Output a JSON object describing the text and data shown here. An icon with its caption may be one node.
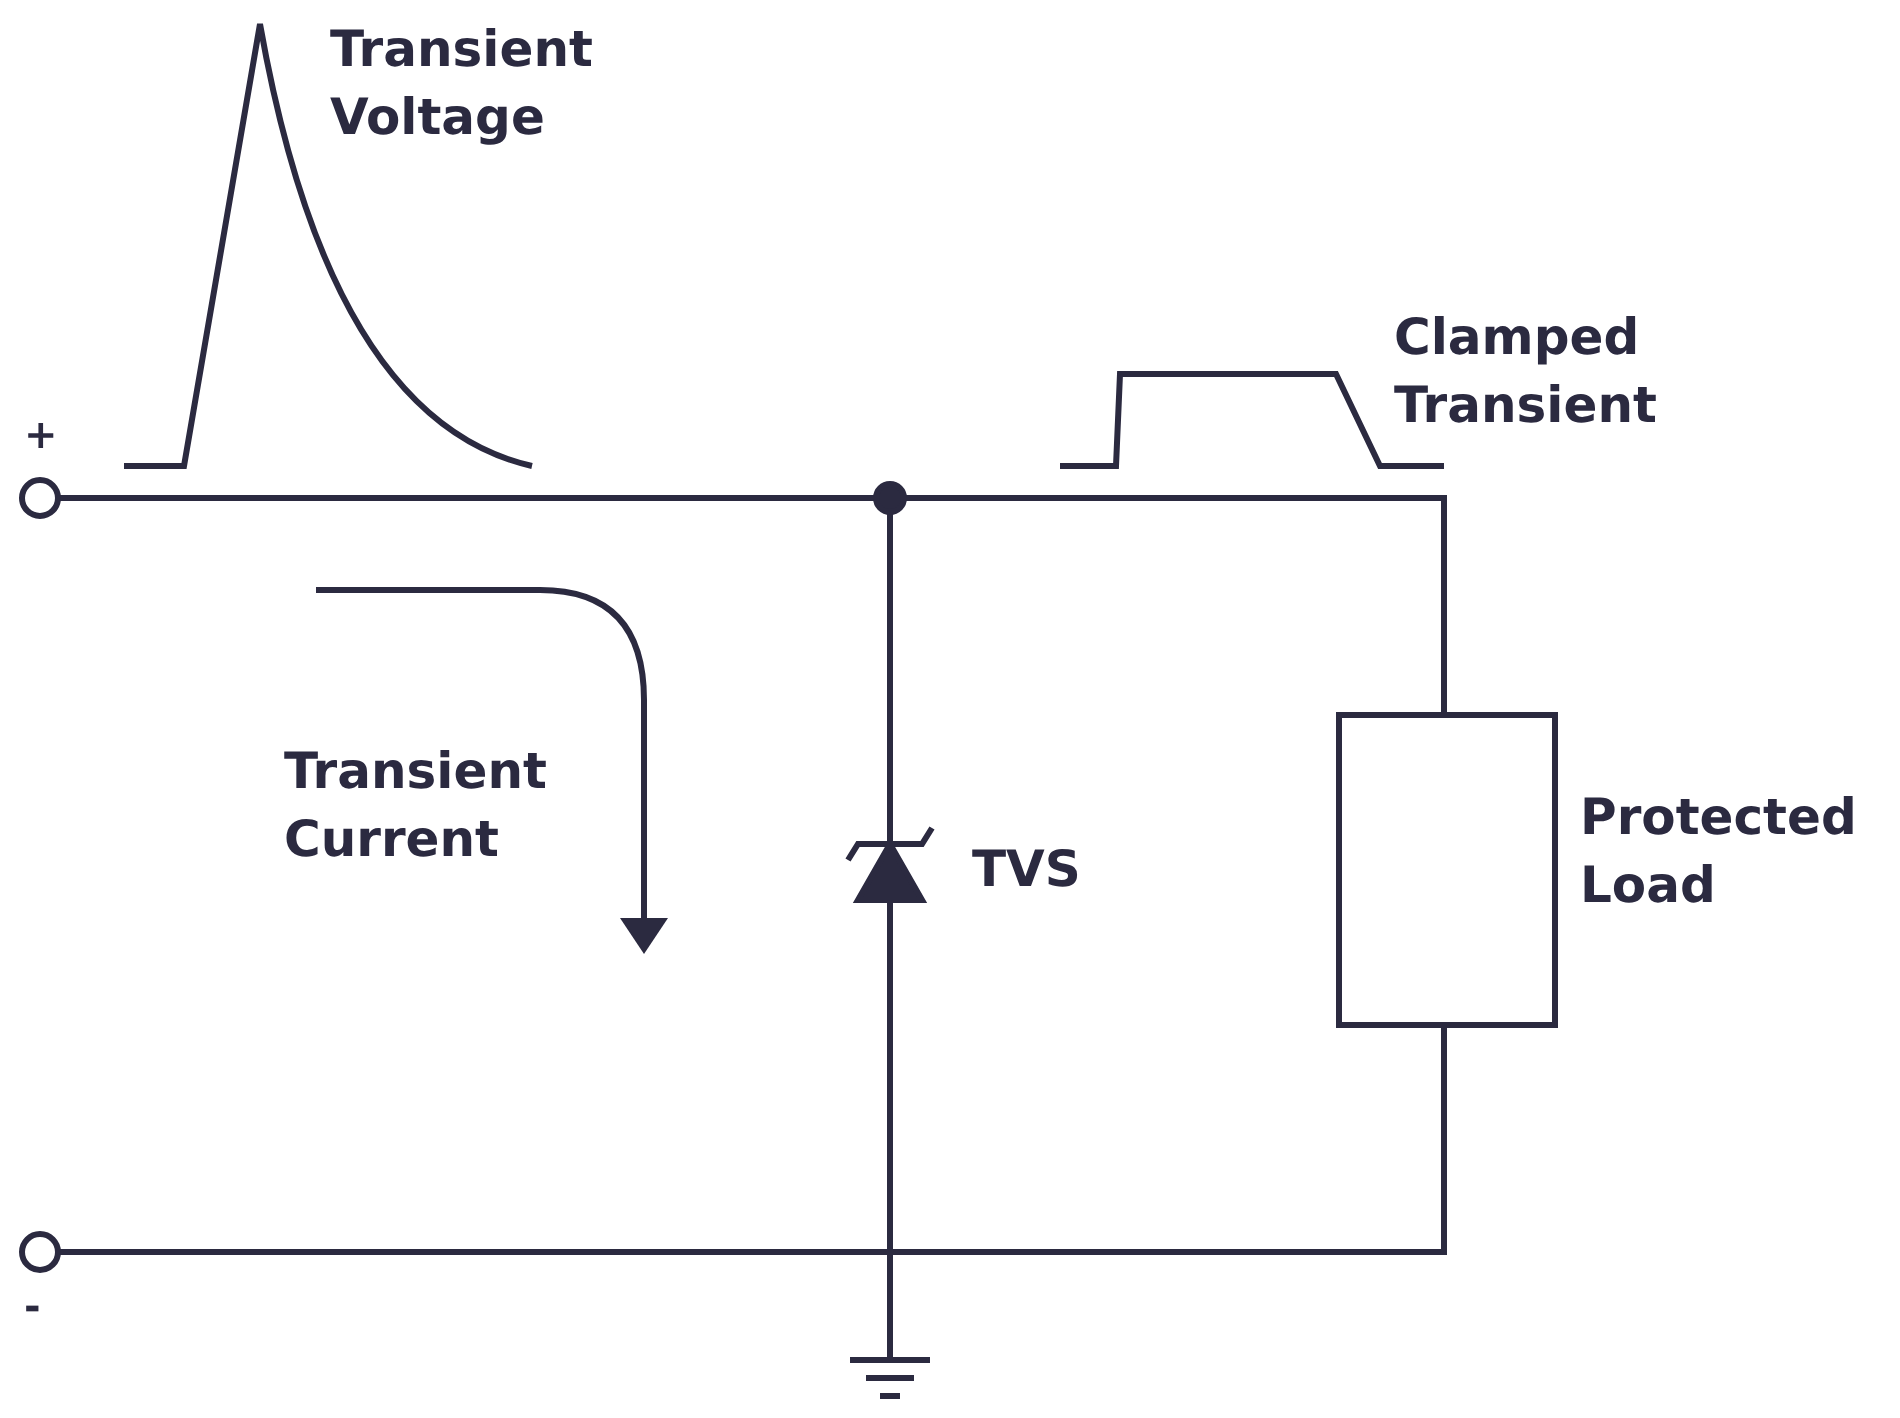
{
  "diagram": {
    "nodes": [
      {
        "text": [],
        "shape": "box",
        "beside": [
          "Protected Load"
        ]
      }
    ],
    "labels": [
      "Transient Voltage",
      "+",
      "Clamped Transient",
      "Transient Current",
      "TVS",
      "-"
    ]
  }
}
